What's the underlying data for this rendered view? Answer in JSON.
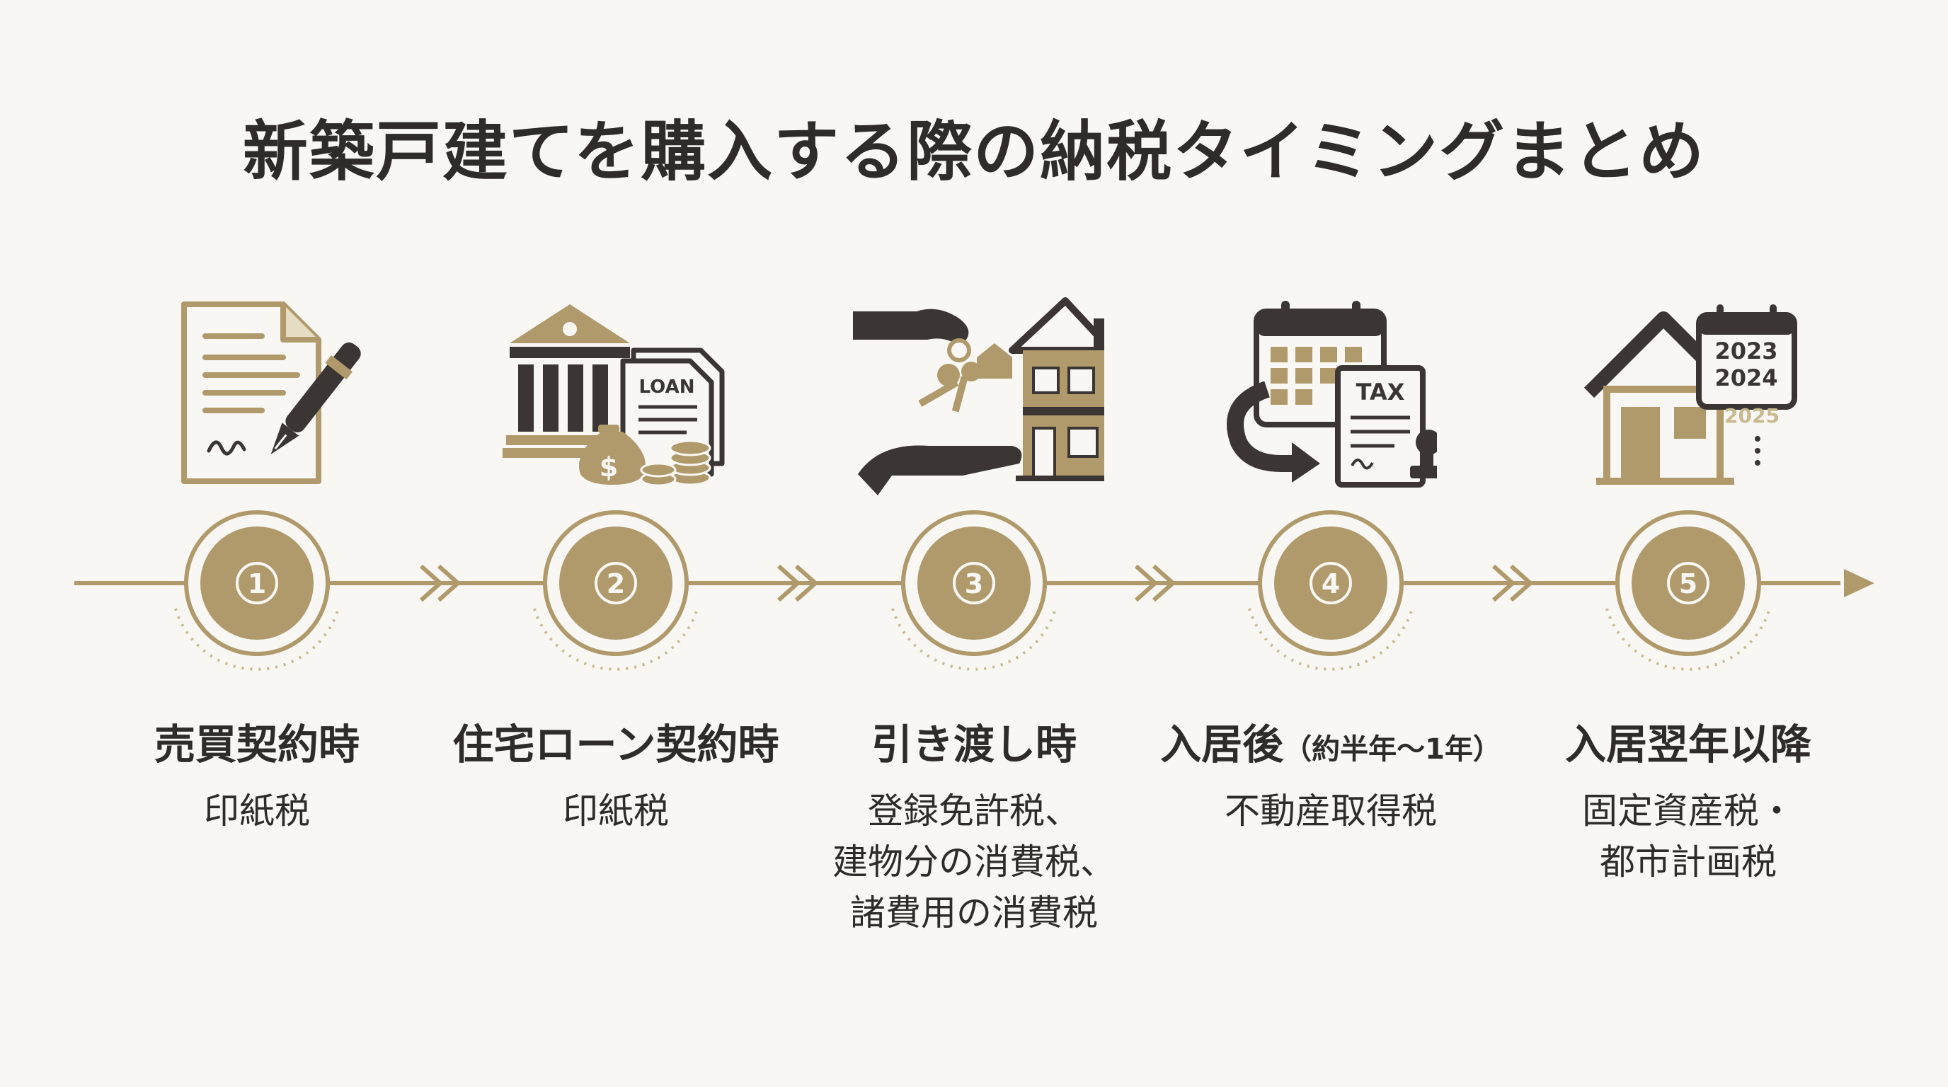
{
  "title": "新築戸建てを購入する際の納税タイミングまとめ",
  "colors": {
    "gold": "#b09a6b",
    "dark": "#3b3633",
    "background": "#f8f7f3"
  },
  "steps": [
    {
      "number": "1",
      "title": "売買契約時",
      "title_sub": "",
      "taxes": [
        "印紙税"
      ],
      "icon": "contract-pen-icon"
    },
    {
      "number": "2",
      "title": "住宅ローン契約時",
      "title_sub": "",
      "taxes": [
        "印紙税"
      ],
      "icon": "bank-loan-icon",
      "loan_label": "LOAN"
    },
    {
      "number": "3",
      "title": "引き渡し時",
      "title_sub": "",
      "taxes": [
        "登録免許税、",
        "建物分の消費税、",
        "諸費用の消費税"
      ],
      "icon": "key-handover-icon"
    },
    {
      "number": "4",
      "title": "入居後",
      "title_sub": "（約半年〜1年）",
      "taxes": [
        "不動産取得税"
      ],
      "icon": "tax-calendar-icon",
      "tax_label": "TAX"
    },
    {
      "number": "5",
      "title": "入居翌年以降",
      "title_sub": "",
      "taxes": [
        "固定資産税・",
        "都市計画税"
      ],
      "icon": "house-calendar-icon",
      "years": [
        "2023",
        "2024",
        "2025"
      ]
    }
  ]
}
